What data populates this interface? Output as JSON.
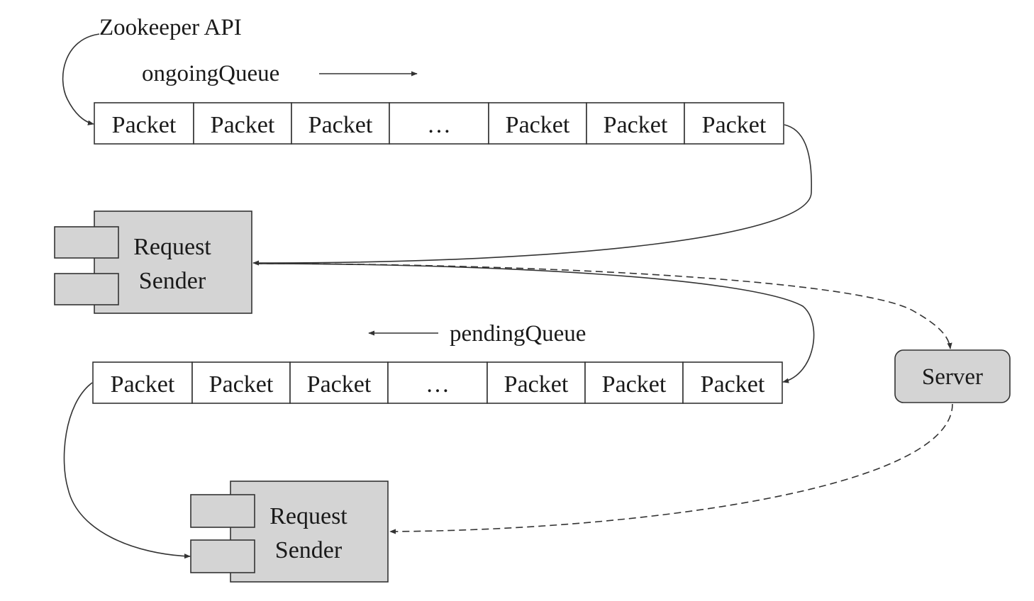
{
  "title": "",
  "api_label": "Zookeeper API",
  "ongoing_queue": {
    "label": "ongoingQueue",
    "cells": [
      "Packet",
      "Packet",
      "Packet",
      "…",
      "Packet",
      "Packet",
      "Packet"
    ]
  },
  "pending_queue": {
    "label": "pendingQueue",
    "cells": [
      "Packet",
      "Packet",
      "Packet",
      "…",
      "Packet",
      "Packet",
      "Packet"
    ]
  },
  "request_sender_top": {
    "line1": "Request",
    "line2": "Sender"
  },
  "request_sender_bottom": {
    "line1": "Request",
    "line2": "Sender"
  },
  "server": {
    "label": "Server"
  },
  "colors": {
    "box_fill": "#d4d4d4",
    "stroke": "#333333",
    "cell_fill": "#ffffff",
    "background": "#ffffff"
  }
}
